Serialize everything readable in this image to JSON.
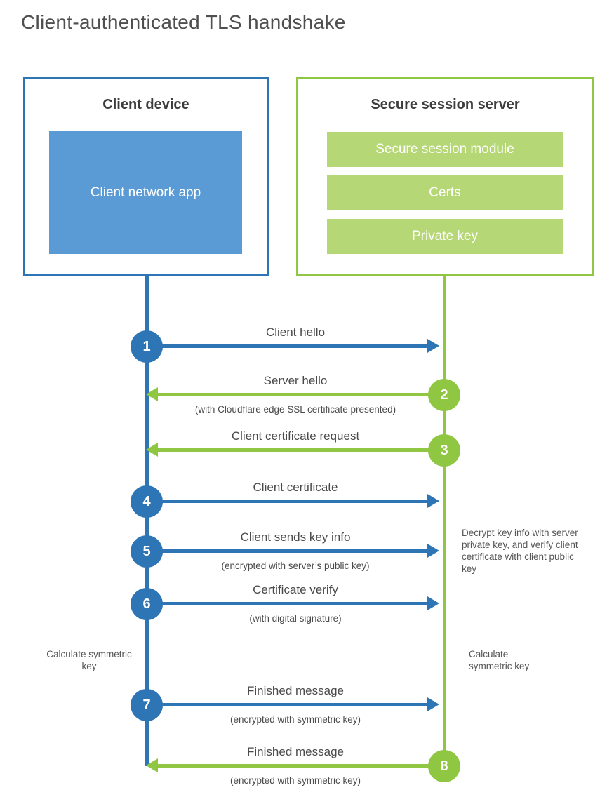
{
  "title": "Client-authenticated TLS handshake",
  "client": {
    "title": "Client device",
    "app": "Client network app"
  },
  "server": {
    "title": "Secure session server",
    "modules": [
      "Secure session module",
      "Certs",
      "Private key"
    ]
  },
  "steps": [
    {
      "num": "1",
      "label": "Client hello",
      "sub": "",
      "direction": "right",
      "actor": "client"
    },
    {
      "num": "2",
      "label": "Server hello",
      "sub": "(with Cloudflare edge SSL certificate presented)",
      "direction": "left",
      "actor": "server"
    },
    {
      "num": "3",
      "label": "Client certificate request",
      "sub": "",
      "direction": "left",
      "actor": "server"
    },
    {
      "num": "4",
      "label": "Client certificate",
      "sub": "",
      "direction": "right",
      "actor": "client"
    },
    {
      "num": "5",
      "label": "Client sends key info",
      "sub": "(encrypted with server’s public key)",
      "direction": "right",
      "actor": "client"
    },
    {
      "num": "6",
      "label": "Certificate verify",
      "sub": "(with digital signature)",
      "direction": "right",
      "actor": "client"
    },
    {
      "num": "7",
      "label": "Finished message",
      "sub": "(encrypted with symmetric key)",
      "direction": "right",
      "actor": "client"
    },
    {
      "num": "8",
      "label": "Finished message",
      "sub": "(encrypted with symmetric key)",
      "direction": "left",
      "actor": "server"
    }
  ],
  "notes": {
    "client_calculate": "Calculate symmetric key",
    "server_calculate": "Calculate symmetric key",
    "server_decrypt": "Decrypt key info with server private key, and verify client certificate with client public key"
  },
  "colors": {
    "client_primary": "#2e75b6",
    "client_fill": "#5b9bd5",
    "server_primary": "#8fc642",
    "server_fill": "#b6d775",
    "heading_text": "#3d3d3d",
    "body_text": "#4a4a4a"
  }
}
